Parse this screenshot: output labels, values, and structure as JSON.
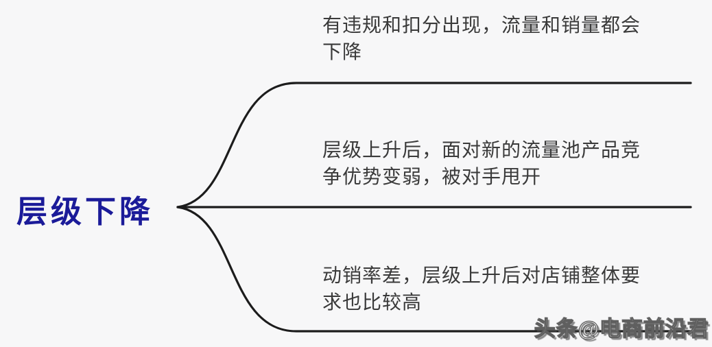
{
  "diagram": {
    "type": "mindmap",
    "root": {
      "label": "层级下降"
    },
    "branches": [
      {
        "id": "violation-deduction",
        "lines": [
          "有违规和扣分出现，流量和销量都会",
          "下降"
        ],
        "full_text": "有违规和扣分出现，流量和销量都会下降"
      },
      {
        "id": "weaker-competition",
        "lines": [
          "层级上升后，面对新的流量池产品竞",
          "争优势变弱，被对手甩开"
        ],
        "full_text": "层级上升后，面对新的流量池产品竞争优势变弱，被对手甩开"
      },
      {
        "id": "poor-sell-through",
        "lines": [
          "动销率差，层级上升后对店铺整体要",
          "求也比较高"
        ],
        "full_text": "动销率差，层级上升后对店铺整体要求也比较高"
      }
    ]
  },
  "watermark": {
    "text": "头条@电商前沿君"
  },
  "colors": {
    "background": "#f7f7f8",
    "connector_line": "#1c1c1c",
    "branch_text": "#3a3a3a",
    "root_text": "#1b1b99",
    "watermark_text": "#8a8a8a"
  }
}
